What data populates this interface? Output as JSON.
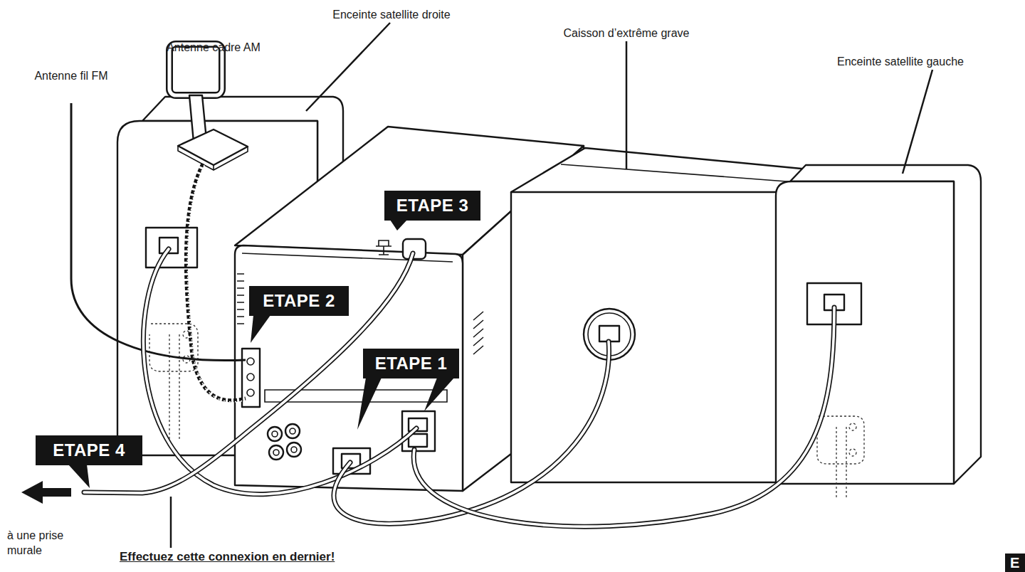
{
  "diagram": {
    "nodes": [
      {
        "text": [
          "ETAPE 3"
        ]
      },
      {
        "text": [
          "ETAPE 2"
        ]
      },
      {
        "text": [
          "ETAPE 1"
        ]
      },
      {
        "text": [
          "ETAPE 4"
        ]
      },
      {
        "text": [
          "E"
        ]
      }
    ],
    "labels": [
      "Enceinte satellite droite",
      "Caisson d’extrême grave",
      "Antenne cadre AM",
      "Enceinte satellite gauche",
      "Antenne fil FM",
      "à une prise murale",
      "Effectuez cette connexion en dernier!"
    ]
  }
}
